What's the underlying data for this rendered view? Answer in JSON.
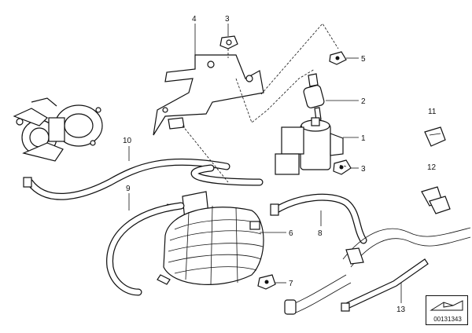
{
  "diagram": {
    "callouts": {
      "p1": "1",
      "p2": "2",
      "p3a": "3",
      "p3b": "3",
      "p4": "4",
      "p5": "5",
      "p6": "6",
      "p7": "7",
      "p8": "8",
      "p9": "9",
      "p10": "10",
      "p11": "11",
      "p12": "12",
      "p13": "13"
    },
    "catalog_number": "00131343"
  }
}
